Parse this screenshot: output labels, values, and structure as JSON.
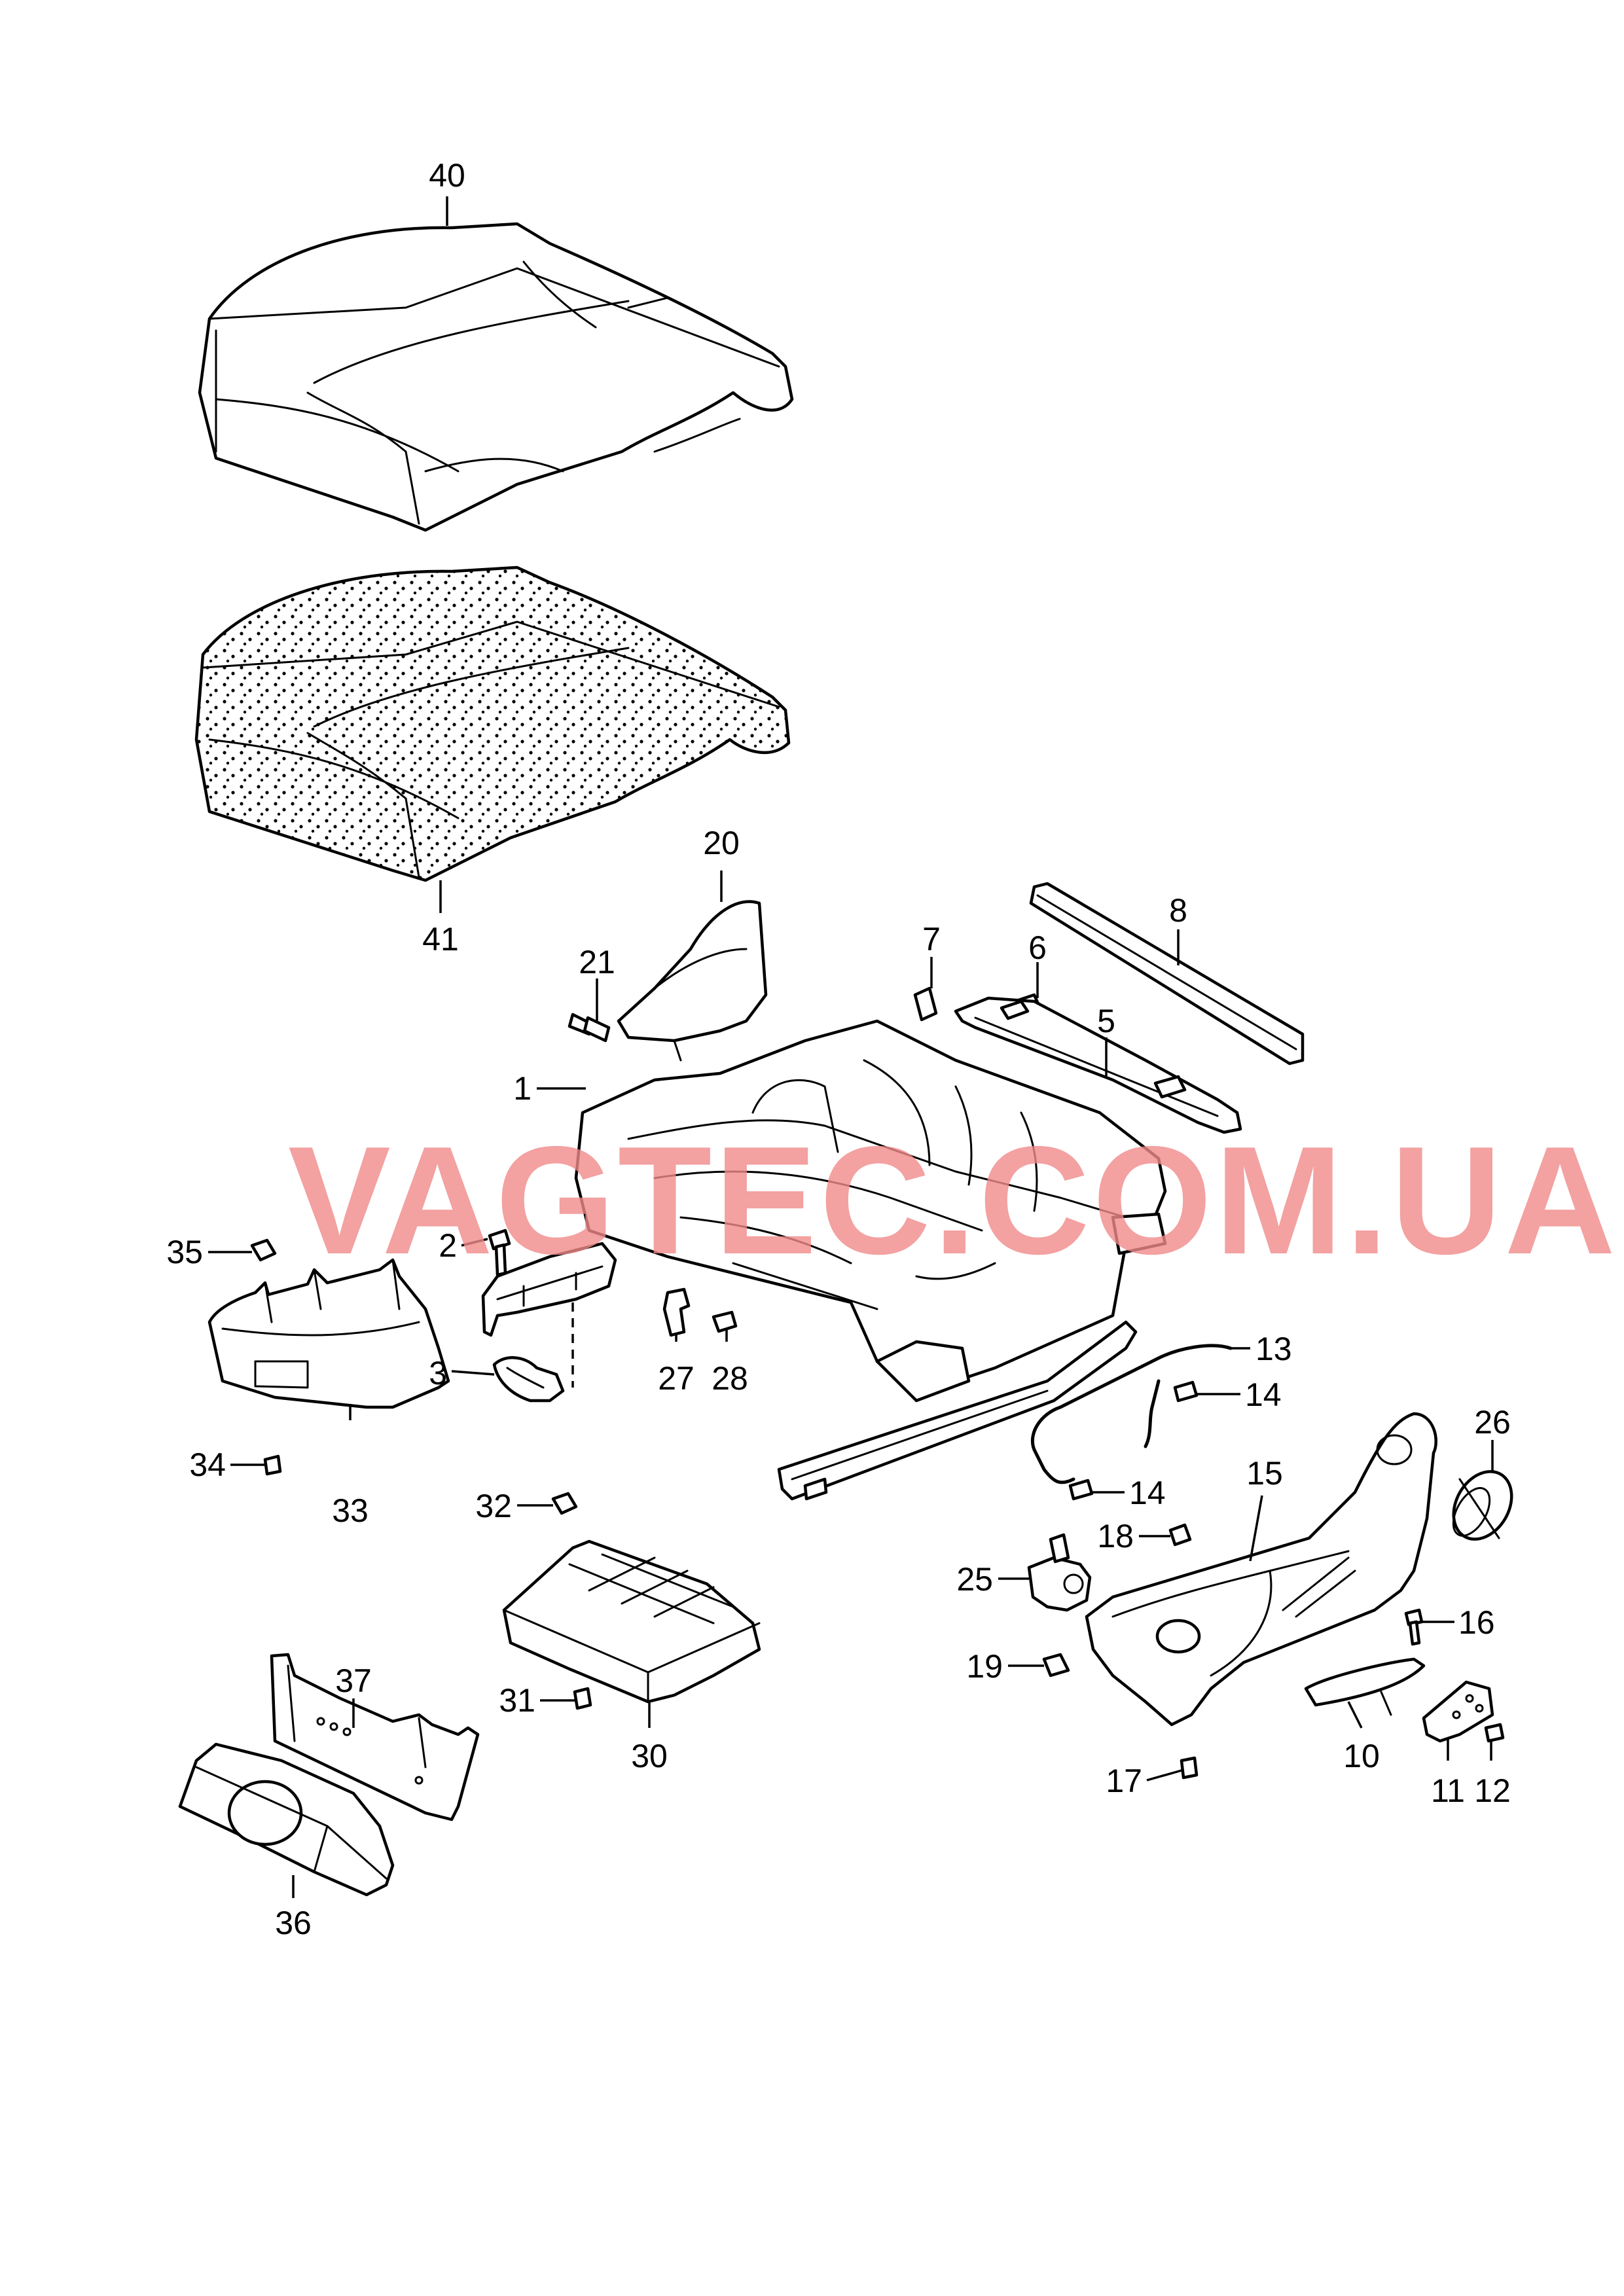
{
  "watermark": "VAGTEC.COM.UA",
  "callouts": [
    {
      "id": "40",
      "label": "40"
    },
    {
      "id": "41",
      "label": "41"
    },
    {
      "id": "20",
      "label": "20"
    },
    {
      "id": "21",
      "label": "21"
    },
    {
      "id": "7",
      "label": "7"
    },
    {
      "id": "6",
      "label": "6"
    },
    {
      "id": "8",
      "label": "8"
    },
    {
      "id": "5",
      "label": "5"
    },
    {
      "id": "1",
      "label": "1"
    },
    {
      "id": "2",
      "label": "2"
    },
    {
      "id": "3",
      "label": "3"
    },
    {
      "id": "35",
      "label": "35"
    },
    {
      "id": "34",
      "label": "34"
    },
    {
      "id": "33",
      "label": "33"
    },
    {
      "id": "27",
      "label": "27"
    },
    {
      "id": "28",
      "label": "28"
    },
    {
      "id": "13",
      "label": "13"
    },
    {
      "id": "14a",
      "label": "14"
    },
    {
      "id": "14b",
      "label": "14"
    },
    {
      "id": "26",
      "label": "26"
    },
    {
      "id": "15",
      "label": "15"
    },
    {
      "id": "18",
      "label": "18"
    },
    {
      "id": "25",
      "label": "25"
    },
    {
      "id": "16",
      "label": "16"
    },
    {
      "id": "19",
      "label": "19"
    },
    {
      "id": "10",
      "label": "10"
    },
    {
      "id": "11",
      "label": "11"
    },
    {
      "id": "12",
      "label": "12"
    },
    {
      "id": "17",
      "label": "17"
    },
    {
      "id": "32",
      "label": "32"
    },
    {
      "id": "31",
      "label": "31"
    },
    {
      "id": "30",
      "label": "30"
    },
    {
      "id": "37",
      "label": "37"
    },
    {
      "id": "36",
      "label": "36"
    }
  ]
}
